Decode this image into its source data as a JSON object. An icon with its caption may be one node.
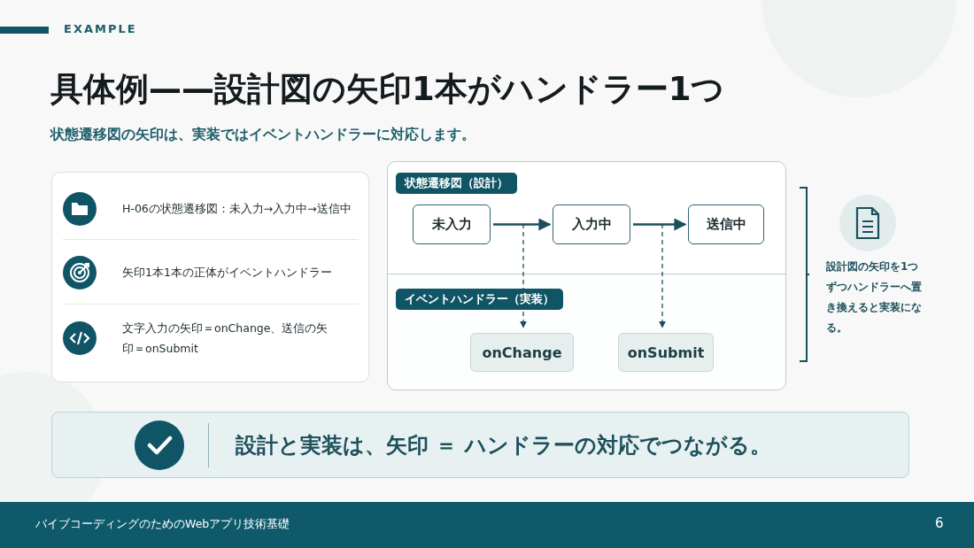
{
  "diagram": {
    "title": "具体例——設計図の矢印1本がハンドラー1つ",
    "nodes": [
      {
        "text": [
          "状態遷移図（設計）"
        ]
      },
      {
        "text": [
          "未入力"
        ],
        "in": 0
      },
      {
        "text": [
          "入力中"
        ],
        "in": 0
      },
      {
        "text": [
          "送信中"
        ],
        "in": 0
      },
      {
        "text": [
          "イベントハンドラー（実装）"
        ]
      },
      {
        "text": [
          "onChange"
        ],
        "in": 4
      },
      {
        "text": [
          "onSubmit"
        ],
        "in": 4
      }
    ],
    "edges": [
      {
        "from": 1,
        "to": 2,
        "arrow": "to"
      },
      {
        "from": 2,
        "to": 3,
        "arrow": "to"
      },
      {
        "from": null,
        "to": 5,
        "arrow": "to",
        "style": "dashed"
      },
      {
        "from": null,
        "to": 6,
        "arrow": "to",
        "style": "dashed"
      }
    ],
    "labels": [
      "EXAMPLE",
      "状態遷移図の矢印は、実装ではイベントハンドラーに対応します。",
      "H-06の状態遷移図：未入力→入力中→送信中",
      "矢印1本1本の正体がイベントハンドラー",
      "文字入力の矢印＝onChange、送信の矢印＝onSubmit",
      "設計図の矢印を1つずつハンドラーへ置き換えると実装になる。",
      "設計と実装は、矢印 ＝ ハンドラーの対応でつながる。",
      "バイブコーディングのためのWebアプリ技術基礎",
      "6"
    ]
  }
}
